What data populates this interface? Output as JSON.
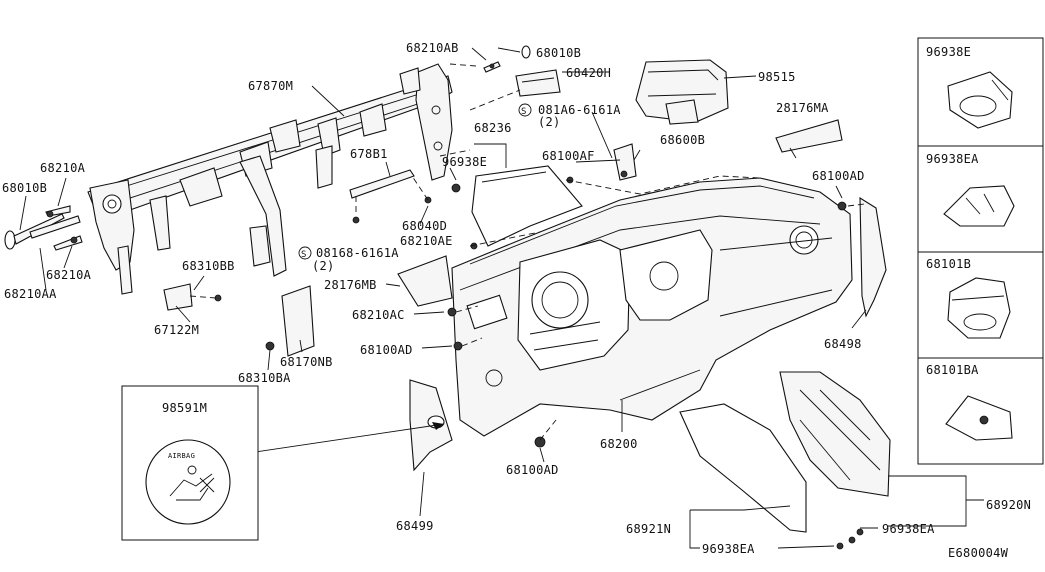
{
  "diagram_code": "E680004W",
  "labels": {
    "p68210AB": "68210AB",
    "p68010B_top": "68010B",
    "p68420H": "68420H",
    "p98515": "98515",
    "p67870M": "67870M",
    "p0816A_6161A": "081A6-6161A",
    "p0816A_qty": "(2)",
    "p28176MA": "28176MA",
    "p68236": "68236",
    "p96938E_main": "96938E",
    "p678B1": "678B1",
    "p68100AF": "68100AF",
    "p68600B": "68600B",
    "p68210A_top": "68210A",
    "p68010B_left": "68010B",
    "p68210A_bottom": "68210A",
    "p68210AA": "68210AA",
    "p68040D": "68040D",
    "p68210AE": "68210AE",
    "p08168_6161A": "08168-6161A",
    "p08168_qty": "(2)",
    "p68100AD_right": "68100AD",
    "p68310BB": "68310BB",
    "p28176MB": "28176MB",
    "p67122M": "67122M",
    "p68210AC": "68210AC",
    "p68170NB": "68170NB",
    "p68100AD_mid": "68100AD",
    "p68310BA": "68310BA",
    "p68498": "68498",
    "p98591M": "98591M",
    "airbag_text": "AIRBAG",
    "p68200": "68200",
    "p68100AD_bottom": "68100AD",
    "p68499": "68499",
    "p68921N": "68921N",
    "p96938EA_right": "96938EA",
    "p68920N": "68920N",
    "p96938EA_bottom": "96938EA",
    "screw_symbol": "S"
  },
  "inset_panel": {
    "items": [
      {
        "label": "96938E"
      },
      {
        "label": "96938EA"
      },
      {
        "label": "68101B"
      },
      {
        "label": "68101BA"
      }
    ]
  }
}
